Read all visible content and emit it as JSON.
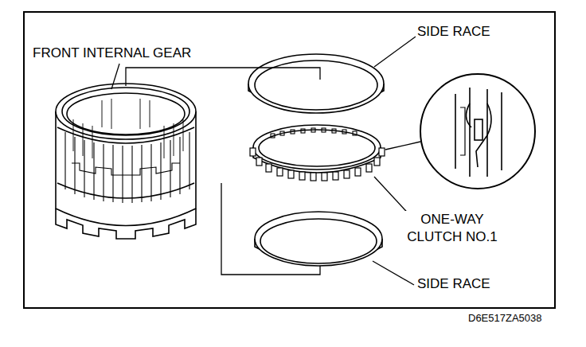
{
  "diagram": {
    "labels": [
      "FRONT INTERNAL GEAR",
      "SIDE RACE",
      "ONE-WAY CLUTCH NO.1",
      "SIDE RACE",
      "D6E517ZA5038"
    ]
  }
}
